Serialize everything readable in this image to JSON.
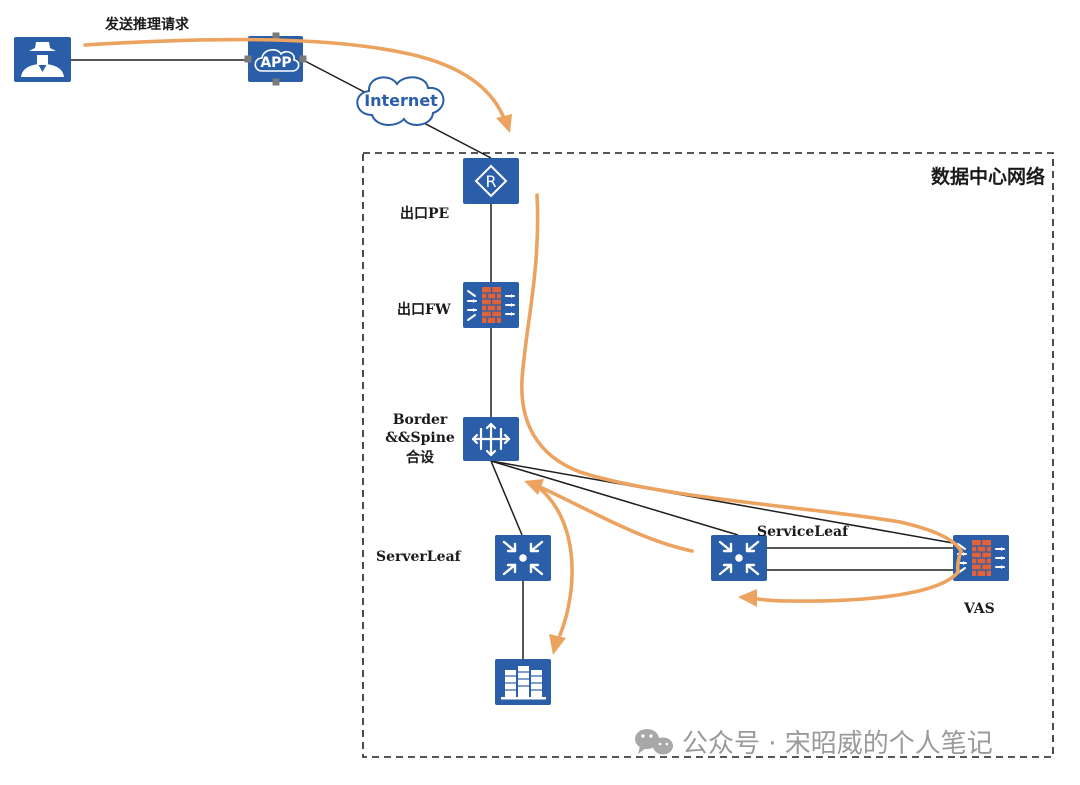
{
  "colors": {
    "device": "#2a5ea8",
    "flow": "#eba35f",
    "link": "#1e1e1e",
    "firewall_brick": "#e0623a"
  },
  "request_label": "发送推理请求",
  "app_label": "APP",
  "internet_label": "Internet",
  "region_label": "数据中心网络",
  "router_letter": "R",
  "nodes": {
    "pe": {
      "label": "出口PE",
      "icon": "router-icon"
    },
    "fw": {
      "label": "出口FW",
      "icon": "firewall-icon"
    },
    "spine": {
      "label_lines": [
        "Border",
        "&&Spine",
        "合设"
      ],
      "icon": "core-switch-icon"
    },
    "server_leaf": {
      "label": "ServerLeaf",
      "icon": "leaf-switch-icon"
    },
    "service_leaf": {
      "label": "ServiceLeaf",
      "icon": "leaf-switch-icon"
    },
    "vas": {
      "label": "VAS",
      "icon": "firewall-icon"
    },
    "server": {
      "icon": "server-rack-icon"
    },
    "user": {
      "icon": "user-icon"
    }
  },
  "watermark": "公众号 · 宋昭威的个人笔记"
}
